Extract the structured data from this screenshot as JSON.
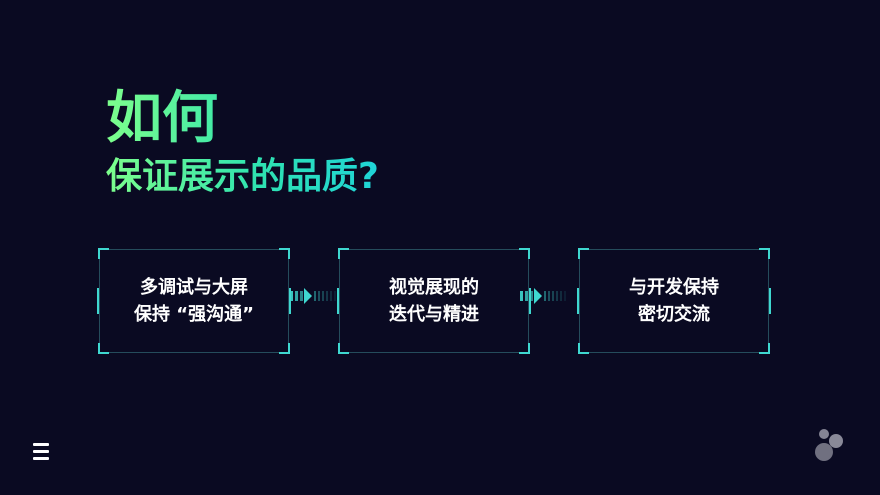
{
  "title": {
    "main": "如何",
    "sub": "保证展示的品质?"
  },
  "steps": [
    {
      "line1": "多调试与大屏",
      "line2": "保持 “强沟通”"
    },
    {
      "line1": "视觉展现的",
      "line2": "迭代与精进"
    },
    {
      "line1": "与开发保持",
      "line2": "密切交流"
    }
  ],
  "colors": {
    "background": "#0a0a22",
    "accent": "#3fd8d0",
    "title_gradient_start": "#7dff8c",
    "title_gradient_end": "#1fd4d8",
    "text": "#ffffff"
  },
  "icons": {
    "menu": "menu-icon",
    "logo": "logo-icon",
    "arrow": "arrow-right-icon"
  }
}
